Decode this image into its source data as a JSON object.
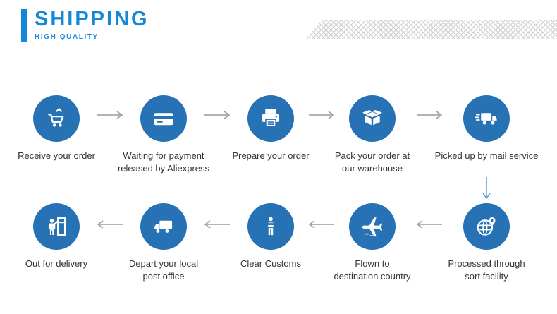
{
  "header": {
    "title": "SHIPPING",
    "subtitle": "HIGH QUALITY"
  },
  "colors": {
    "accent": "#1488d8",
    "circle_blue": "#2672b4",
    "arrow_gray": "#9b9b9b",
    "down_arrow_blue": "#5b9bd5",
    "label_text": "#333333"
  },
  "flow": {
    "row1": [
      {
        "label": "Receive your order",
        "icon": "shopping-cart-icon"
      },
      {
        "label": "Waiting for payment\nreleased by Aliexpress",
        "icon": "payment-card-icon"
      },
      {
        "label": "Prepare your order",
        "icon": "printer-icon"
      },
      {
        "label": "Pack your order at\nour warehouse",
        "icon": "package-box-icon"
      },
      {
        "label": "Picked up by mail service",
        "icon": "mail-truck-icon"
      }
    ],
    "row2": [
      {
        "label": "Out for delivery",
        "icon": "courier-delivery-icon"
      },
      {
        "label": "Depart your local\npost office",
        "icon": "post-truck-icon"
      },
      {
        "label": "Clear Customs",
        "icon": "customs-check-icon"
      },
      {
        "label": "Flown to\ndestination country",
        "icon": "airplane-icon"
      },
      {
        "label": "Processed through\nsort facility",
        "icon": "globe-location-icon"
      }
    ]
  }
}
